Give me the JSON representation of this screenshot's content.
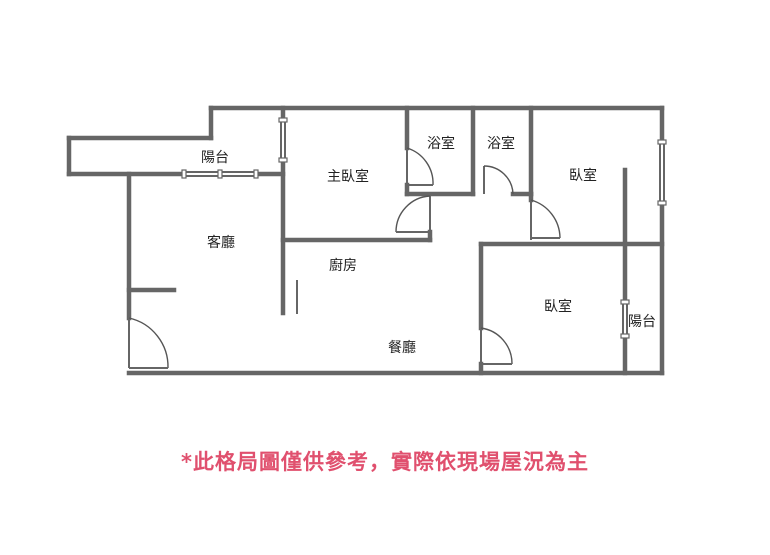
{
  "rooms": {
    "balcony_left": "陽台",
    "master_bedroom": "主臥室",
    "bathroom_1": "浴室",
    "bathroom_2": "浴室",
    "bedroom_top": "臥室",
    "living_room": "客廳",
    "kitchen": "廚房",
    "dining_room": "餐廳",
    "bedroom_bottom": "臥室",
    "balcony_right": "陽台"
  },
  "note": {
    "text": "*此格局圖僅供參考，實際依現場屋況為主",
    "color": "#e0506e"
  },
  "colors": {
    "wall": "#666666",
    "text": "#222222"
  }
}
